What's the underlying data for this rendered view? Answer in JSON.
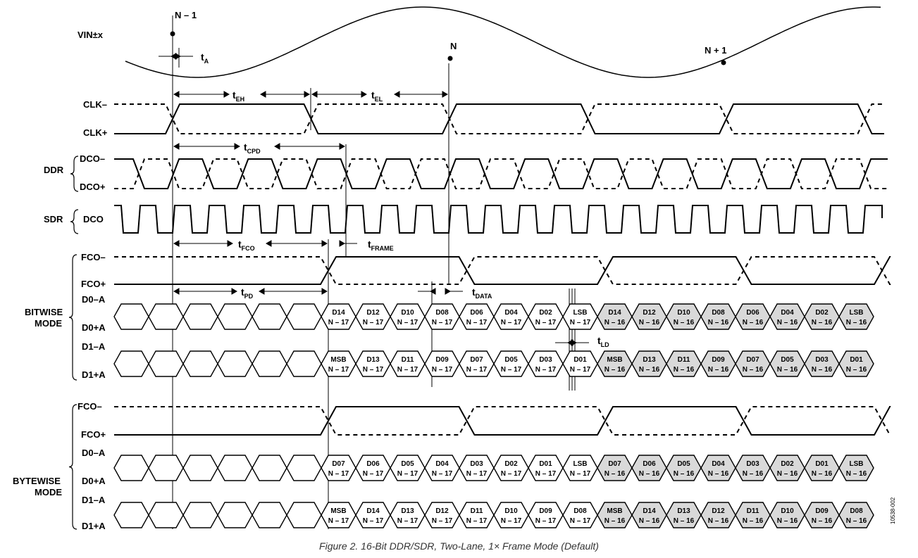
{
  "caption": "Figure 2. 16-Bit DDR/SDR, Two-Lane, 1× Frame Mode (Default)",
  "doc_id": "10538-002",
  "signals": {
    "vin": "VIN±x",
    "clk_neg": "CLK–",
    "clk_pos": "CLK+",
    "ddr_group": "DDR",
    "dco_neg": "DCO–",
    "dco_pos": "DCO+",
    "sdr_group": "SDR",
    "sdr_dco": "DCO",
    "fco_neg": "FCO–",
    "fco_pos": "FCO+",
    "d0_neg": "D0–A",
    "d0_pos": "D0+A",
    "d1_neg": "D1–A",
    "d1_pos": "D1+A",
    "bitwise_1": "BITWISE",
    "bitwise_2": "MODE",
    "bytewise_1": "BYTEWISE",
    "bytewise_2": "MODE",
    "fco2_neg": "FCO–",
    "fco2_pos": "FCO+",
    "bd0_neg": "D0–A",
    "bd0_pos": "D0+A",
    "bd1_neg": "D1–A",
    "bd1_pos": "D1+A"
  },
  "samples": {
    "n_minus_1": "N – 1",
    "n": "N",
    "n_plus_1": "N + 1"
  },
  "timing": [
    {
      "main": "t",
      "sub": "A"
    },
    {
      "main": "t",
      "sub": "EH"
    },
    {
      "main": "t",
      "sub": "EL"
    },
    {
      "main": "t",
      "sub": "CPD"
    },
    {
      "main": "t",
      "sub": "FCO"
    },
    {
      "main": "t",
      "sub": "FRAME"
    },
    {
      "main": "t",
      "sub": "PD"
    },
    {
      "main": "t",
      "sub": "DATA"
    },
    {
      "main": "t",
      "sub": "LD"
    }
  ],
  "frame_prev": "N – 17",
  "frame_curr": "N – 16",
  "lanes": {
    "bitwise_d0": [
      "D14",
      "D12",
      "D10",
      "D08",
      "D06",
      "D04",
      "D02",
      "LSB",
      "D14",
      "D12",
      "D10",
      "D08",
      "D06",
      "D04",
      "D02",
      "LSB"
    ],
    "bitwise_d1": [
      "MSB",
      "D13",
      "D11",
      "D09",
      "D07",
      "D05",
      "D03",
      "D01",
      "MSB",
      "D13",
      "D11",
      "D09",
      "D07",
      "D05",
      "D03",
      "D01"
    ],
    "bytewise_d0": [
      "D07",
      "D06",
      "D05",
      "D04",
      "D03",
      "D02",
      "D01",
      "LSB",
      "D07",
      "D06",
      "D05",
      "D04",
      "D03",
      "D02",
      "D01",
      "LSB"
    ],
    "bytewise_d1": [
      "MSB",
      "D14",
      "D13",
      "D12",
      "D11",
      "D10",
      "D09",
      "D08",
      "MSB",
      "D14",
      "D13",
      "D12",
      "D11",
      "D10",
      "D09",
      "D08"
    ]
  },
  "colors": {
    "current_frame_fill": "#d9d9d9",
    "line": "#000000"
  }
}
